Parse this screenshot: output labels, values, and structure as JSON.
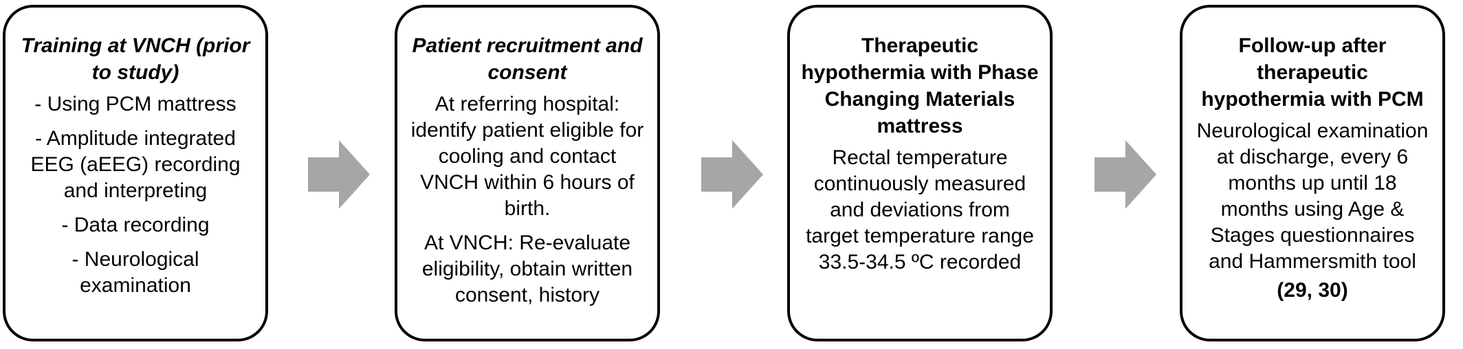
{
  "colors": {
    "border": "#000000",
    "arrow": "#a6a6a6",
    "background": "#ffffff"
  },
  "boxes": [
    {
      "title": "Training at VNCH (prior to study)",
      "lines": [
        "- Using PCM mattress",
        "- Amplitude integrated EEG (aEEG) recording and interpreting",
        "- Data recording",
        "- Neurological examination"
      ]
    },
    {
      "title": "Patient recruitment and consent",
      "lines": [
        "At referring hospital: identify patient eligible for cooling and contact VNCH within 6 hours of birth.",
        "At VNCH: Re-evaluate eligibility, obtain written consent, history"
      ]
    },
    {
      "title": "Therapeutic hypothermia with Phase Changing Materials mattress",
      "lines": [
        "Rectal temperature continuously measured and deviations from target temperature range 33.5-34.5 ºC recorded"
      ]
    },
    {
      "title": "Follow-up after therapeutic hypothermia with PCM",
      "lines": [
        "Neurological examination at discharge, every 6 months up until 18 months using Age & Stages questionnaires and Hammersmith tool"
      ],
      "reference": "(29, 30)"
    }
  ]
}
